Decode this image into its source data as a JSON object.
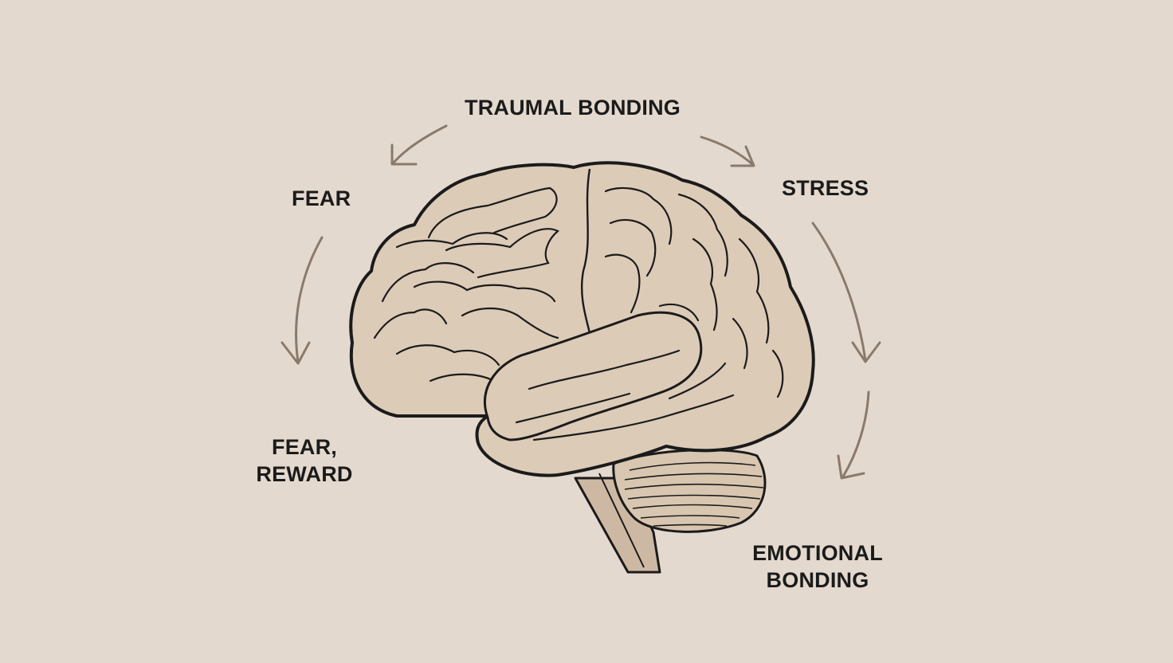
{
  "colors": {
    "background": "#e4d9ce",
    "brain_fill": "#dccbb7",
    "outline": "#1b1b1b",
    "arrow": "#8a7a6c",
    "text": "#1b1b1b"
  },
  "labels": {
    "trauma_bonding": "TRAUMAL BONDING",
    "stress": "STRESS",
    "fear": "FEAR",
    "fear_reward_line1": "FEAR,",
    "fear_reward_line2": "REWARD",
    "emotional_line1": "EMOTIONAL",
    "emotional_line2": "BONDING"
  },
  "icons": [
    "brain-icon",
    "arrow-icon"
  ]
}
